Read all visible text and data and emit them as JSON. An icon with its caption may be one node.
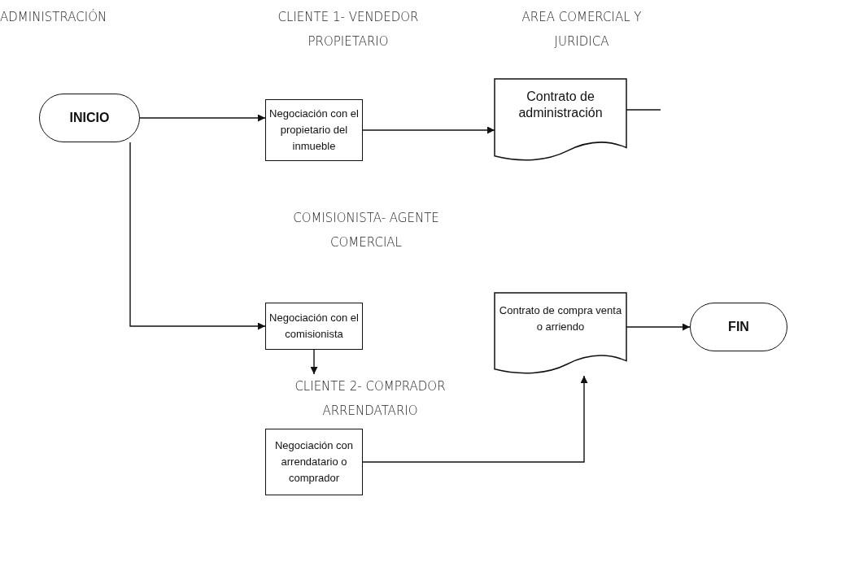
{
  "diagram": {
    "nodes": [
      {
        "text": [
          "INICIO"
        ]
      },
      {
        "text": [
          "CLIENTE 1- VENDEDOR PROPIETARIO",
          "Negociación con el propietario del inmueble"
        ]
      },
      {
        "text": [
          "AREA COMERCIAL Y JURIDICA",
          "Contrato de administración"
        ]
      },
      {
        "text": [
          "Negociación con el comisionista"
        ]
      },
      {
        "text": [
          "CLIENTE 2- COMPRADOR ARRENDATARIO",
          "Negociación con arrendatario o comprador"
        ]
      },
      {
        "text": [
          "Contrato de compra venta o arriendo"
        ]
      },
      {
        "text": [
          "FIN"
        ]
      }
    ],
    "edges": [
      {
        "from": 0,
        "to": 1,
        "arrow": "to"
      },
      {
        "from": 1,
        "to": 2,
        "arrow": "to"
      },
      {
        "from": 2,
        "to": null,
        "arrow": "none"
      },
      {
        "from": 0,
        "to": 3,
        "arrow": "to"
      },
      {
        "from": 3,
        "to": 4,
        "arrow": "to"
      },
      {
        "from": 4,
        "to": 5,
        "arrow": "to"
      },
      {
        "from": 5,
        "to": 6,
        "arrow": "to"
      }
    ],
    "labels": [
      "ADMINISTRACIÓN",
      "COMISIONISTA- AGENTE COMERCIAL"
    ]
  }
}
